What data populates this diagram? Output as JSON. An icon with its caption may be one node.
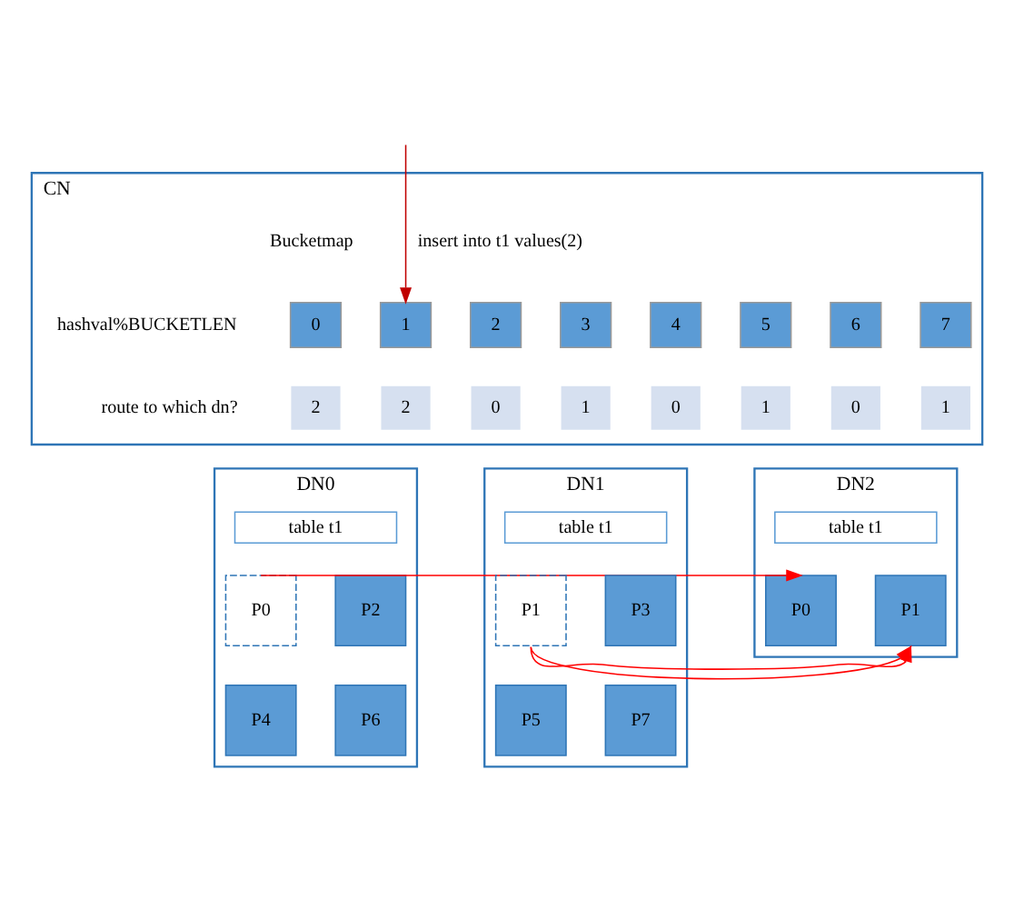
{
  "diagram": {
    "nodes": [
      {
        "text": [
          "CN"
        ]
      },
      {
        "text": [
          "0"
        ],
        "in": 0
      },
      {
        "text": [
          "1"
        ],
        "in": 0
      },
      {
        "text": [
          "2"
        ],
        "in": 0
      },
      {
        "text": [
          "3"
        ],
        "in": 0
      },
      {
        "text": [
          "4"
        ],
        "in": 0
      },
      {
        "text": [
          "5"
        ],
        "in": 0
      },
      {
        "text": [
          "6"
        ],
        "in": 0
      },
      {
        "text": [
          "7"
        ],
        "in": 0
      },
      {
        "text": [
          "2"
        ],
        "in": 0
      },
      {
        "text": [
          "2"
        ],
        "in": 0
      },
      {
        "text": [
          "0"
        ],
        "in": 0
      },
      {
        "text": [
          "1"
        ],
        "in": 0
      },
      {
        "text": [
          "0"
        ],
        "in": 0
      },
      {
        "text": [
          "1"
        ],
        "in": 0
      },
      {
        "text": [
          "0"
        ],
        "in": 0
      },
      {
        "text": [
          "1"
        ],
        "in": 0
      },
      {
        "text": [
          "DN0"
        ]
      },
      {
        "text": [
          "table t1"
        ],
        "in": 17
      },
      {
        "text": [
          "P0"
        ],
        "in": 17
      },
      {
        "text": [
          "P2"
        ],
        "in": 17
      },
      {
        "text": [
          "P4"
        ],
        "in": 17
      },
      {
        "text": [
          "P6"
        ],
        "in": 17
      },
      {
        "text": [
          "DN1"
        ]
      },
      {
        "text": [
          "table t1"
        ],
        "in": 23
      },
      {
        "text": [
          "P1"
        ],
        "in": 23
      },
      {
        "text": [
          "P3"
        ],
        "in": 23
      },
      {
        "text": [
          "P5"
        ],
        "in": 23
      },
      {
        "text": [
          "P7"
        ],
        "in": 23
      },
      {
        "text": [
          "DN2"
        ]
      },
      {
        "text": [
          "table t1"
        ],
        "in": 29
      },
      {
        "text": [
          "P0"
        ],
        "in": 29
      },
      {
        "text": [
          "P1"
        ],
        "in": 29
      }
    ],
    "edges": [
      {
        "from": null,
        "to": 2,
        "arrow": "to",
        "label": "insert into t1 values(2)",
        "color": "#c00000"
      },
      {
        "from": 19,
        "to": 31,
        "arrow": "to",
        "color": "#ff0000"
      },
      {
        "from": 25,
        "to": 32,
        "arrow": "to",
        "color": "#ff0000"
      }
    ],
    "labels": [
      "Bucketmap",
      "hashval%BUCKETLEN",
      "route to which dn?"
    ]
  }
}
